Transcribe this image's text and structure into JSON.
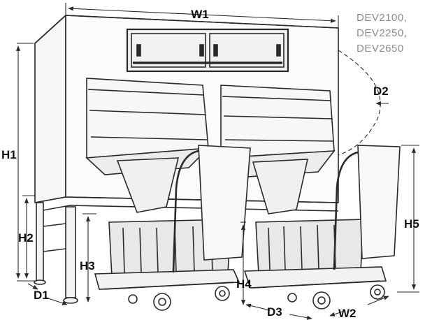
{
  "models": [
    "DEV2100,",
    "DEV2250,",
    "DEV2650"
  ],
  "dimensions": {
    "w1": "W1",
    "w2": "W2",
    "h1": "H1",
    "h2": "H2",
    "h3": "H3",
    "h4": "H4",
    "h5": "H5",
    "d1": "D1",
    "d2": "D2",
    "d3": "D3"
  },
  "colors": {
    "line": "#2a2a2a",
    "panel": "#f4f4f4",
    "model_text": "#8c8c8c"
  }
}
